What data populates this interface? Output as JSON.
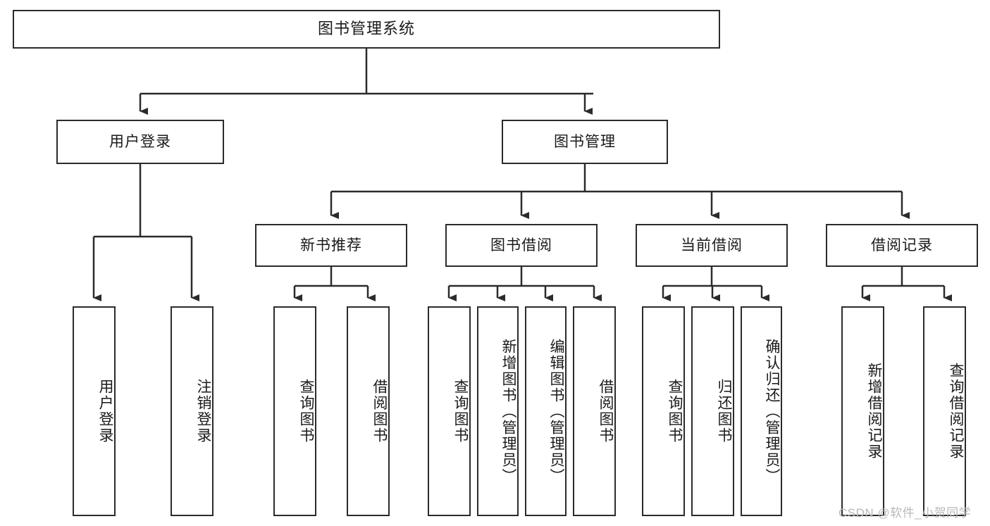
{
  "diagram": {
    "type": "hierarchy-tree",
    "title": "图书管理系统",
    "watermark": "CSDN @软件_小贺同学",
    "colors": {
      "box_border": "#2b2b2b",
      "box_fill": "#ffffff",
      "connector": "#2b2b2b",
      "text": "#1a1a1a",
      "watermark": "#b9b9b9"
    },
    "root": {
      "label": "图书管理系统"
    },
    "level2": [
      {
        "label": "用户登录"
      },
      {
        "label": "图书管理"
      }
    ],
    "level3": [
      {
        "label": "新书推荐"
      },
      {
        "label": "图书借阅"
      },
      {
        "label": "当前借阅"
      },
      {
        "label": "借阅记录"
      }
    ],
    "leaves": {
      "user_login": [
        {
          "label": "用户登录"
        },
        {
          "label": "注销登录"
        }
      ],
      "new_book_recommend": [
        {
          "label": "查询图书"
        },
        {
          "label": "借阅图书"
        }
      ],
      "book_borrow": [
        {
          "label": "查询图书"
        },
        {
          "label": "新增图书（管理员）"
        },
        {
          "label": "编辑图书（管理员）"
        },
        {
          "label": "借阅图书"
        }
      ],
      "current_borrow": [
        {
          "label": "查询图书"
        },
        {
          "label": "归还图书"
        },
        {
          "label": "确认归还（管理员）"
        }
      ],
      "borrow_record": [
        {
          "label": "新增借阅记录"
        },
        {
          "label": "查询借阅记录"
        }
      ]
    }
  }
}
